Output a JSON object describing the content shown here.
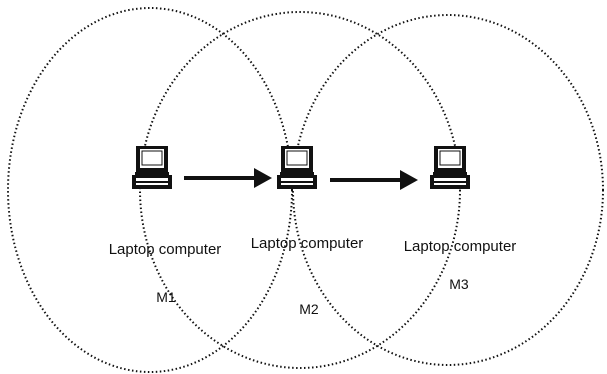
{
  "diagram": {
    "nodes": [
      {
        "id": "m1",
        "label": "Laptop computer",
        "id_label": "M1",
        "icon": "laptop-icon"
      },
      {
        "id": "m2",
        "label": "Laptop computer",
        "id_label": "M2",
        "icon": "laptop-icon"
      },
      {
        "id": "m3",
        "label": "Laptop computer",
        "id_label": "M3",
        "icon": "laptop-icon"
      }
    ],
    "edges": [
      {
        "from": "m1",
        "to": "m2",
        "style": "arrow"
      },
      {
        "from": "m2",
        "to": "m3",
        "style": "arrow"
      }
    ],
    "ranges": [
      {
        "around": "m1",
        "style": "dotted-ellipse"
      },
      {
        "around": "m2",
        "style": "dotted-ellipse"
      },
      {
        "around": "m3",
        "style": "dotted-ellipse"
      }
    ],
    "colors": {
      "stroke": "#111111",
      "background": "#ffffff"
    }
  }
}
